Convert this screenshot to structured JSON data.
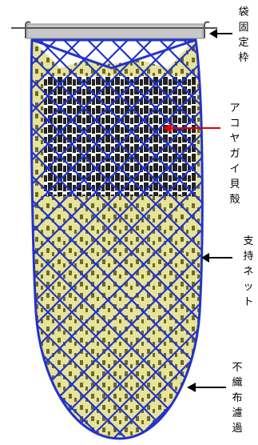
{
  "labels": {
    "frame": "袋固定枠",
    "shells": "アコヤガイ貝殻",
    "net": "支持ネット",
    "filter": "不織布濾過"
  },
  "colors": {
    "net": "#2233cc",
    "frame": "#c8c8c8",
    "shell_pattern": "#222222",
    "filter_fill": "#e8e39a",
    "filter_pattern": "#6b6a28",
    "arrow": "#000000",
    "shell_arrow": "#e00000"
  },
  "icons": [
    "hook-icon",
    "arrow-left-icon"
  ]
}
